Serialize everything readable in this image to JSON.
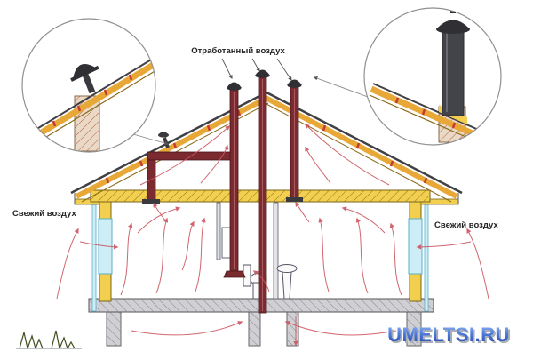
{
  "labels": {
    "exhaust_air": "Отработанный воздух",
    "fresh_air_left": "Свежий воздух",
    "fresh_air_right": "Свежий воздух"
  },
  "watermark": {
    "text": "UMELTSI.RU",
    "color": "#3f66c9"
  },
  "colors": {
    "duct_maroon": "#7b2a30",
    "roof_orange": "#e8a838",
    "structure_yellow": "#f2cf4e",
    "airflow_arrow": "#cc5560",
    "window_glass": "#cdeef6",
    "floor_gray": "#d0d0d4",
    "vent_cap_dark": "#2f2f34",
    "outline": "#4a4a4a",
    "watermark_blue": "#3f66c9"
  }
}
